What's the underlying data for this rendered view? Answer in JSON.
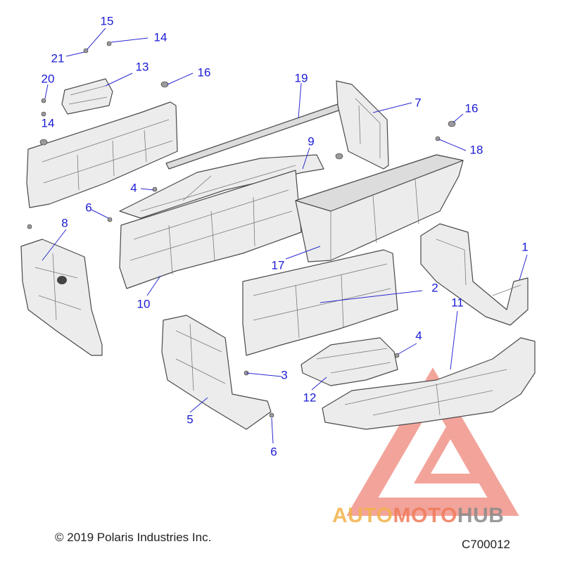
{
  "callouts": [
    {
      "id": "1",
      "label": "1"
    },
    {
      "id": "2",
      "label": "2"
    },
    {
      "id": "3",
      "label": "3"
    },
    {
      "id": "4a",
      "label": "4"
    },
    {
      "id": "4b",
      "label": "4"
    },
    {
      "id": "5",
      "label": "5"
    },
    {
      "id": "6a",
      "label": "6"
    },
    {
      "id": "6b",
      "label": "6"
    },
    {
      "id": "7",
      "label": "7"
    },
    {
      "id": "8",
      "label": "8"
    },
    {
      "id": "9",
      "label": "9"
    },
    {
      "id": "10",
      "label": "10"
    },
    {
      "id": "11",
      "label": "11"
    },
    {
      "id": "12",
      "label": "12"
    },
    {
      "id": "13",
      "label": "13"
    },
    {
      "id": "14a",
      "label": "14"
    },
    {
      "id": "14b",
      "label": "14"
    },
    {
      "id": "15",
      "label": "15"
    },
    {
      "id": "16a",
      "label": "16"
    },
    {
      "id": "16b",
      "label": "16"
    },
    {
      "id": "17",
      "label": "17"
    },
    {
      "id": "18",
      "label": "18"
    },
    {
      "id": "19",
      "label": "19"
    },
    {
      "id": "20",
      "label": "20"
    },
    {
      "id": "21",
      "label": "21"
    }
  ],
  "footer": {
    "copyright": "© 2019 Polaris Industries Inc.",
    "figure_code": "C700012"
  },
  "watermark": {
    "part1": "AUTO",
    "part2": "MOTO",
    "part3": "HUB",
    "colors": {
      "auto": "#f2b24a",
      "moto": "#f07a5a",
      "hub": "#8a8a8a",
      "logo": "#e85a4a"
    }
  },
  "colors": {
    "callout": "#1a1ad6",
    "line": "#4a4a4a"
  }
}
